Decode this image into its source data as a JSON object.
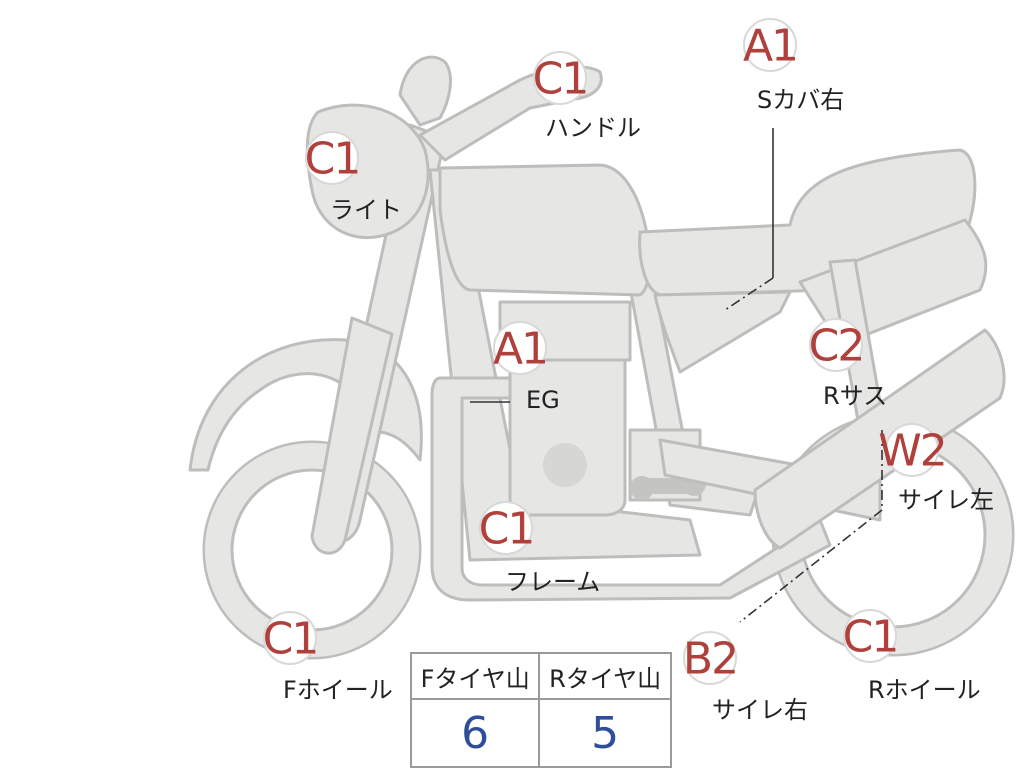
{
  "markers": [
    {
      "code": "A1",
      "label": "Sカバ右"
    },
    {
      "code": "C1",
      "label": "ハンドル"
    },
    {
      "code": "C1",
      "label": "ライト"
    },
    {
      "code": "A1",
      "label": "EG"
    },
    {
      "code": "C2",
      "label": "Rサス"
    },
    {
      "code": "W2",
      "label": "サイレ左"
    },
    {
      "code": "C1",
      "label": "フレーム"
    },
    {
      "code": "C1",
      "label": "Fホイール"
    },
    {
      "code": "B2",
      "label": "サイレ右"
    },
    {
      "code": "C1",
      "label": "Rホイール"
    }
  ],
  "tread_table": {
    "headers": [
      "Fタイヤ山",
      "Rタイヤ山"
    ],
    "values": [
      "6",
      "5"
    ]
  },
  "colors": {
    "marker_code": "#b0403b",
    "tread_value": "#2f4e9a",
    "bike_fill": "#e6e6e4",
    "bike_stroke": "#bdbdbb"
  }
}
